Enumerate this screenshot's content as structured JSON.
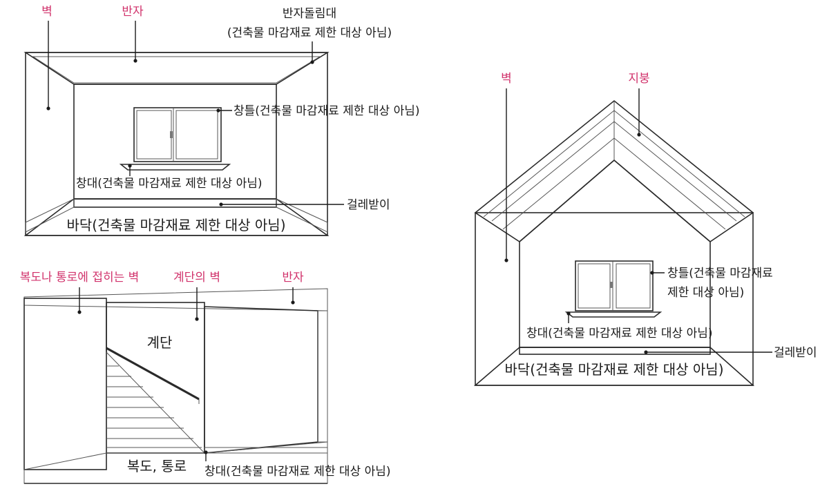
{
  "colors": {
    "label_accent": "#d1326b",
    "label_text": "#1a1a1a",
    "wall_fill": "#f3f3f1",
    "glass_blue": "#4a72c8"
  },
  "diagram1": {
    "label_wall": "벽",
    "label_ceiling": "반자",
    "label_crown": "반자돌림대",
    "label_crown_note": "(건축물 마감재료 제한 대상 아님)",
    "label_window_frame": "창틀(건축물 마감재료 제한 대상 아님)",
    "label_window_sill": "창대(건축물 마감재료 제한 대상 아님)",
    "label_baseboard": "걸레받이",
    "label_floor": "바닥(건축물 마감재료 제한 대상 아님)"
  },
  "diagram2": {
    "label_wall": "벽",
    "label_roof": "지붕",
    "label_window_frame_1": "창틀(건축물 마감재료",
    "label_window_frame_2": "제한 대상 아님)",
    "label_window_sill": "창대(건축물 마감재료 제한 대상 아님)",
    "label_baseboard": "걸레받이",
    "label_floor": "바닥(건축물 마감재료 제한 대상 아님)"
  },
  "diagram3": {
    "label_corridor_wall": "복도나 통로에 접히는 벽",
    "label_stair_wall": "계단의 벽",
    "label_ceiling": "반자",
    "label_stairs": "계단",
    "label_corridor": "복도, 통로",
    "label_window_sill": "창대(건축물 마감재료 제한 대상 아님)"
  }
}
